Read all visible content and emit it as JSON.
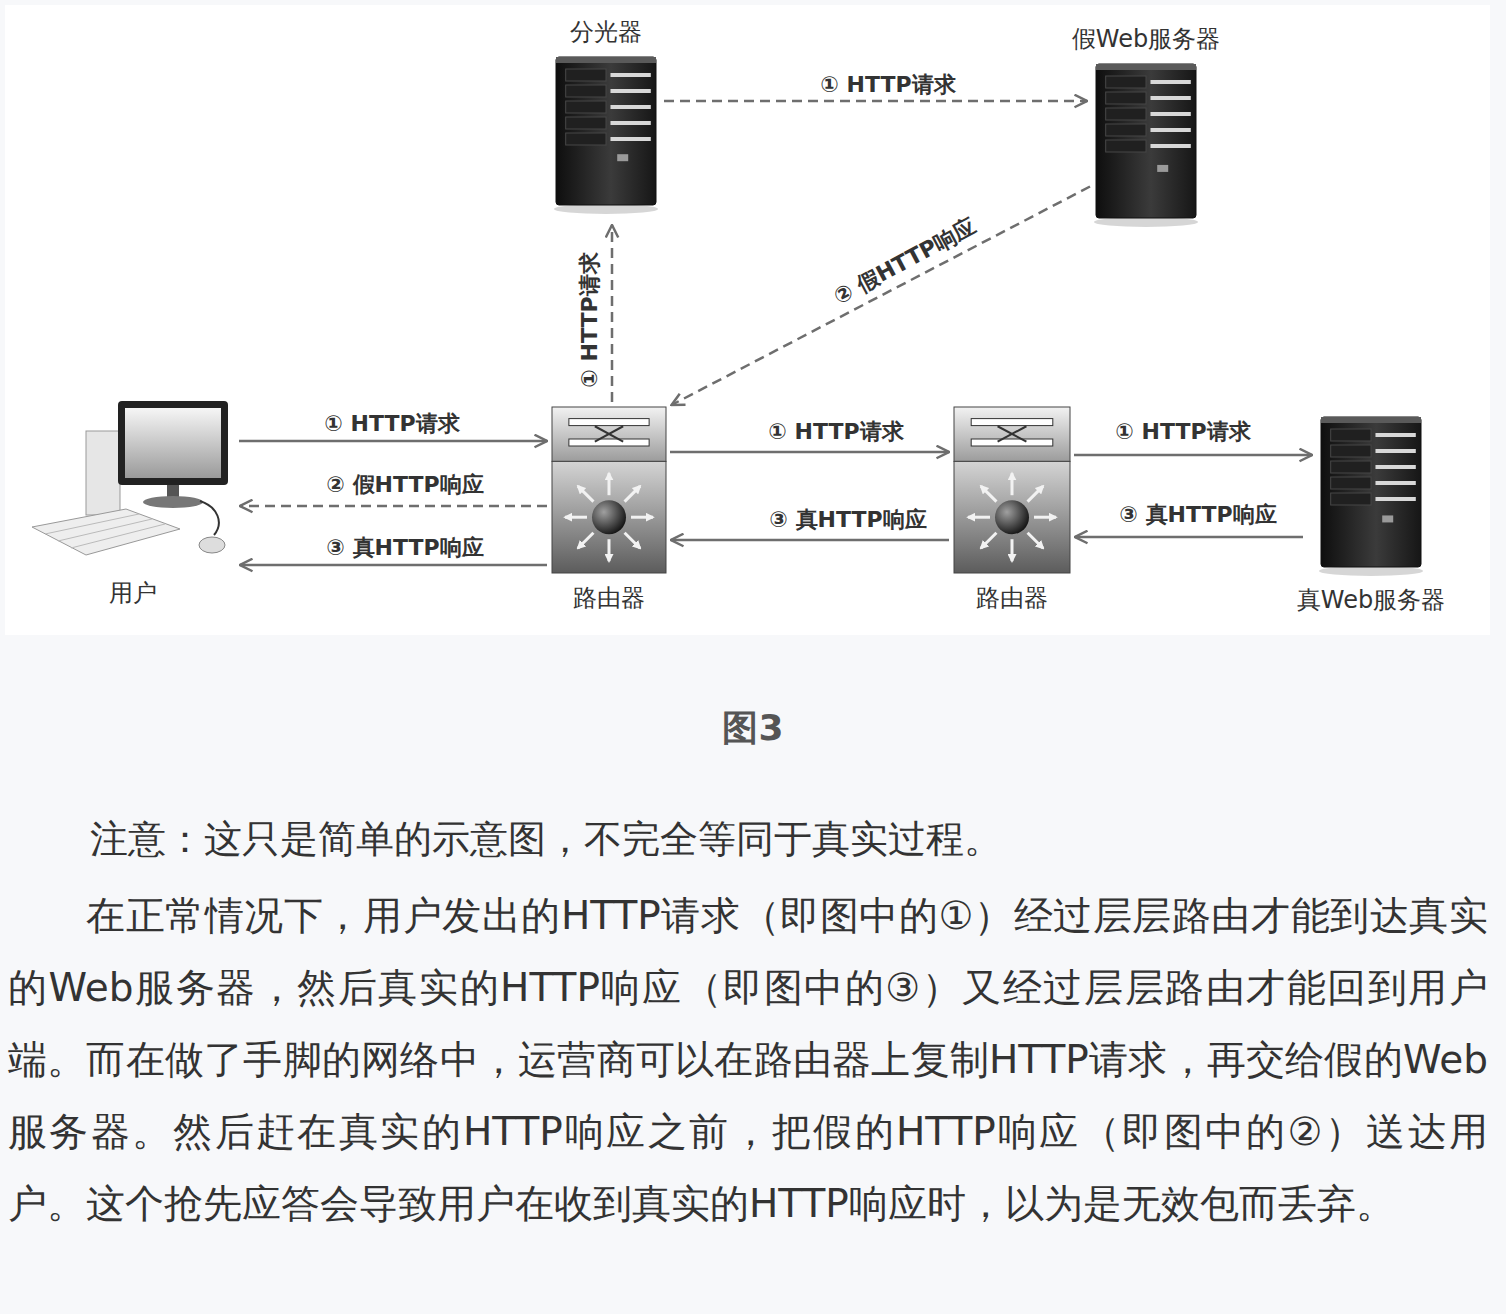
{
  "diagram": {
    "caption": "图3",
    "nodes": [
      {
        "text": [
          "分光器"
        ]
      },
      {
        "text": [
          "假Web服务器"
        ]
      },
      {
        "text": [
          "用户"
        ]
      },
      {
        "text": [
          "路由器"
        ]
      },
      {
        "text": [
          "路由器"
        ]
      },
      {
        "text": [
          "真Web服务器"
        ]
      }
    ],
    "edges": [
      {
        "from": 2,
        "to": 3,
        "arrow": "to",
        "label": "① HTTP请求"
      },
      {
        "from": 3,
        "to": 2,
        "arrow": "to",
        "label": "② 假HTTP响应"
      },
      {
        "from": 3,
        "to": 2,
        "arrow": "to",
        "label": "③ 真HTTP响应"
      },
      {
        "from": 3,
        "to": 0,
        "arrow": "to",
        "label": "① HTTP请求"
      },
      {
        "from": 0,
        "to": 1,
        "arrow": "to",
        "label": "① HTTP请求"
      },
      {
        "from": 1,
        "to": 3,
        "arrow": "to",
        "label": "② 假HTTP响应"
      },
      {
        "from": 3,
        "to": 4,
        "arrow": "to",
        "label": "① HTTP请求"
      },
      {
        "from": 4,
        "to": 3,
        "arrow": "to",
        "label": "③ 真HTTP响应"
      },
      {
        "from": 4,
        "to": 5,
        "arrow": "to",
        "label": "① HTTP请求"
      },
      {
        "from": 5,
        "to": 4,
        "arrow": "to",
        "label": "③ 真HTTP响应"
      }
    ],
    "labels": [
      "注意：这只是简单的示意图，不完全等同于真实过程。",
      "在正常情况下，用户发出的HTTP请求（即图中的①）经过层层路由才能到达真实的Web服务器，然后真实的HTTP响应（即图中的③）又经过层层路由才能回到用户端。而在做了手脚的网络中，运营商可以在路由器上复制HTTP请求，再交给假的Web服务器。然后赶在真实的HTTP响应之前，把假的HTTP响应（即图中的②）送达用户。这个抢先应答会导致用户在收到真实的HTTP响应时，以为是无效包而丢弃。"
    ]
  }
}
